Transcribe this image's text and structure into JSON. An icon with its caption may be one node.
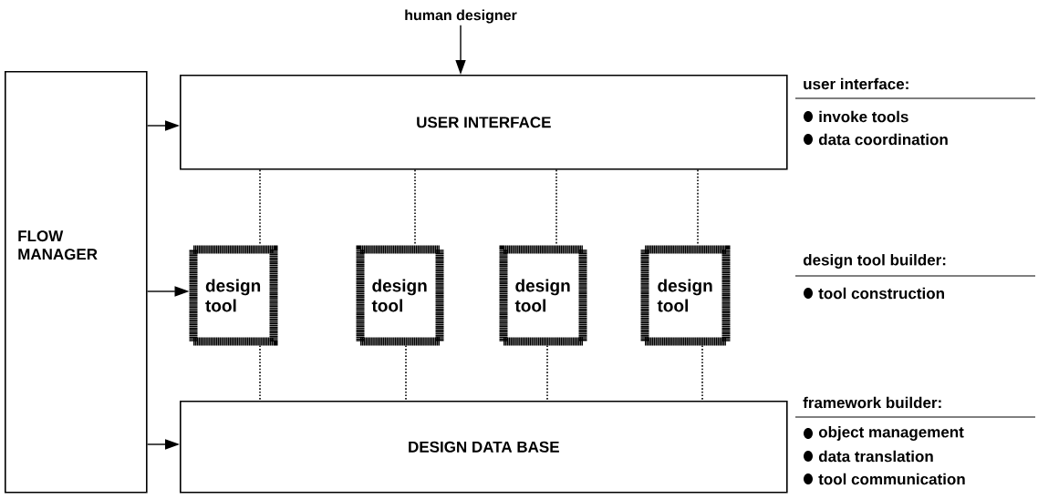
{
  "diagram": {
    "nodes": [
      {
        "text": [
          "human designer"
        ]
      },
      {
        "text": [
          "FLOW MANAGER"
        ]
      },
      {
        "text": [
          "USER INTERFACE"
        ]
      },
      {
        "text": [
          "design tool"
        ]
      },
      {
        "text": [
          "design tool"
        ]
      },
      {
        "text": [
          "design tool"
        ]
      },
      {
        "text": [
          "design tool"
        ]
      },
      {
        "text": [
          "DESIGN DATA BASE"
        ]
      }
    ],
    "edges": [
      {
        "from": 0,
        "to": 2,
        "arrow": "to"
      },
      {
        "from": 1,
        "to": 2,
        "arrow": "to"
      },
      {
        "from": 1,
        "to": 3,
        "arrow": "to"
      },
      {
        "from": 1,
        "to": 7,
        "arrow": "to"
      },
      {
        "from": 2,
        "to": 3,
        "arrow": "none",
        "style": "dashed"
      },
      {
        "from": 2,
        "to": 4,
        "arrow": "none",
        "style": "dashed"
      },
      {
        "from": 2,
        "to": 5,
        "arrow": "none",
        "style": "dashed"
      },
      {
        "from": 2,
        "to": 6,
        "arrow": "none",
        "style": "dashed"
      },
      {
        "from": 3,
        "to": 7,
        "arrow": "none",
        "style": "dashed"
      },
      {
        "from": 4,
        "to": 7,
        "arrow": "none",
        "style": "dashed"
      },
      {
        "from": 5,
        "to": 7,
        "arrow": "none",
        "style": "dashed"
      },
      {
        "from": 6,
        "to": 7,
        "arrow": "none",
        "style": "dashed"
      }
    ],
    "labels": [
      "user interface:",
      "invoke tools",
      "data coordination",
      "design tool builder:",
      "tool construction",
      "framework builder:",
      "object management",
      "data translation",
      "tool communication"
    ]
  }
}
